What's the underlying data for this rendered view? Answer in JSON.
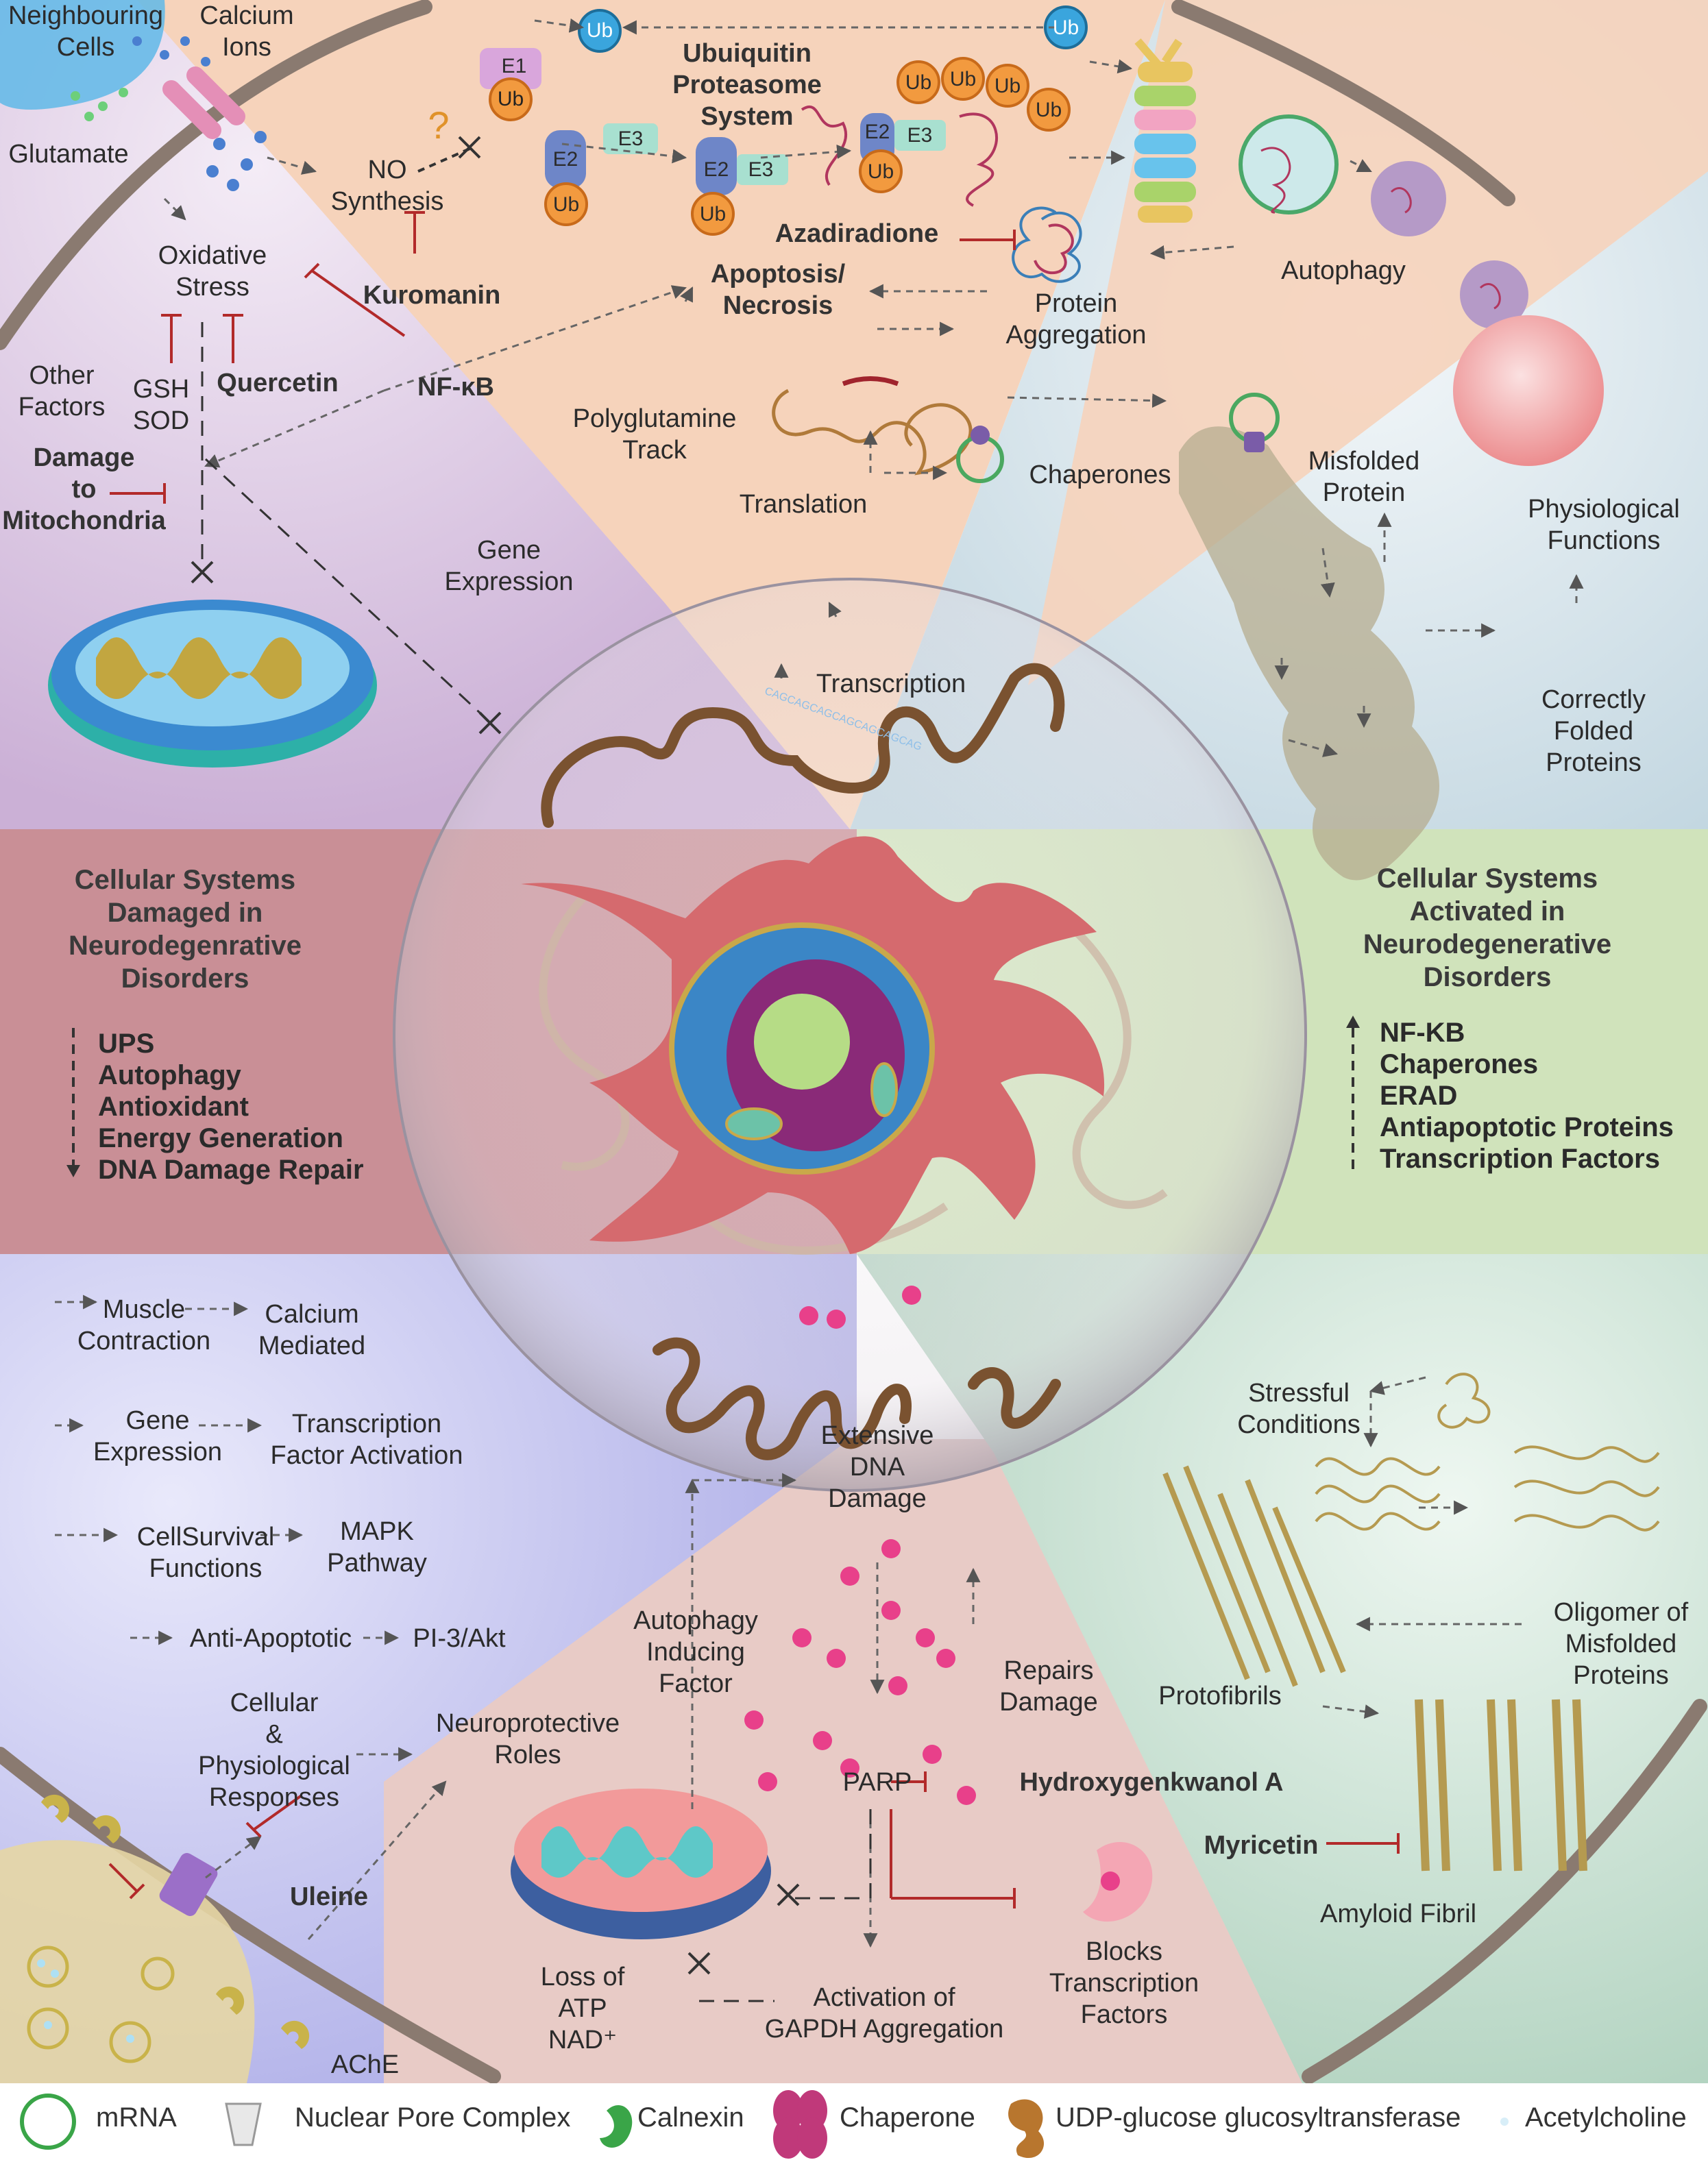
{
  "top_left": {
    "neighbouring_cells": "Neighbouring\nCells",
    "calcium_ions": "Calcium\nIons",
    "glutamate": "Glutamate",
    "no_synthesis": "NO\nSynthesis",
    "oxidative_stress": "Oxidative\nStress",
    "kuromanin": "Kuromanin",
    "other_factors": "Other\nFactors",
    "gsh_sod": "GSH\nSOD",
    "quercetin": "Quercetin",
    "nfkb": "NF-κB",
    "damage_mito": "Damage\nto\nMitochondria",
    "gene_expression": "Gene\nExpression",
    "question": "?"
  },
  "top_center": {
    "ups": "Ubuiquitin\nProteasome\nSystem",
    "e1": "E1",
    "e2": "E2",
    "e3": "E3",
    "ub": "Ub",
    "azadiradione": "Azadiradione",
    "apoptosis": "Apoptosis/\nNecrosis",
    "protein_aggregation": "Protein\nAggregation",
    "polyglutamine": "Polyglutamine\nTrack",
    "translation": "Translation",
    "chaperones": "Chaperones",
    "transcription": "Transcription",
    "cag_sequence": "CAGCAGCAGCAGCAGCAGCAG"
  },
  "top_right": {
    "autophagy": "Autophagy",
    "misfolded_protein": "Misfolded\nProtein",
    "physiological_functions": "Physiological\nFunctions",
    "correctly_folded": "Correctly\nFolded\nProteins"
  },
  "left_box": {
    "title": "Cellular Systems\nDamaged in\nNeurodegenrative\nDisorders",
    "items": [
      "UPS",
      "Autophagy",
      "Antioxidant",
      "Energy Generation",
      "DNA Damage Repair"
    ]
  },
  "right_box": {
    "title": "Cellular Systems\nActivated in\nNeurodegenerative\nDisorders",
    "items": [
      "NF-KB",
      "Chaperones",
      "ERAD",
      "Antiapoptotic Proteins",
      "Transcription Factors"
    ]
  },
  "bottom_left": {
    "muscle_contraction": "Muscle\nContraction",
    "calcium_mediated": "Calcium\nMediated",
    "gene_expression": "Gene\nExpression",
    "tf_activation": "Transcription\nFactor Activation",
    "cell_survival": "CellSurvival\nFunctions",
    "mapk": "MAPK\nPathway",
    "anti_apoptotic": "Anti-Apoptotic",
    "pi3akt": "PI-3/Akt",
    "cellular_responses": "Cellular\n&\nPhysiological\nResponses",
    "neuroprotective": "Neuroprotective\nRoles",
    "uleine": "Uleine",
    "ache": "AChE"
  },
  "bottom_center": {
    "extensive_dna_damage": "Extensive\nDNA\nDamage",
    "autophagy_inducing": "Autophagy\nInducing\nFactor",
    "repairs_damage": "Repairs\nDamage",
    "parp": "PARP",
    "hydroxygenkwanol": "Hydroxygenkwanol A",
    "loss_atp": "Loss of\nATP\nNAD⁺",
    "gapdh": "Activation of\nGAPDH Aggregation",
    "blocks_tf": "Blocks\nTranscription\nFactors"
  },
  "bottom_right": {
    "stressful_conditions": "Stressful\nConditions",
    "oligomer": "Oligomer of\nMisfolded\nProteins",
    "protofibrils": "Protofibrils",
    "myricetin": "Myricetin",
    "amyloid_fibril": "Amyloid Fibril"
  },
  "legend": {
    "mrna": "mRNA",
    "npc": "Nuclear Pore Complex",
    "calnexin": "Calnexin",
    "chaperone": "Chaperone",
    "udp": "UDP-glucose glucosyltransferase",
    "acetylcholine": "Acetylcholine"
  },
  "colors": {
    "top_left_bg": "#dcc8e4",
    "top_center_bg": "#f7d6bf",
    "top_right_bg": "#d8e4ea",
    "left_box_bg": "#c98f95",
    "right_box_bg": "#cfe3bb",
    "bottom_left_bg": "#c5c5ef",
    "bottom_center_bg": "#e9cdc8",
    "bottom_right_bg": "#c9e2d3",
    "inhibitor": "#b22a2a",
    "dna": "#7a5230"
  }
}
